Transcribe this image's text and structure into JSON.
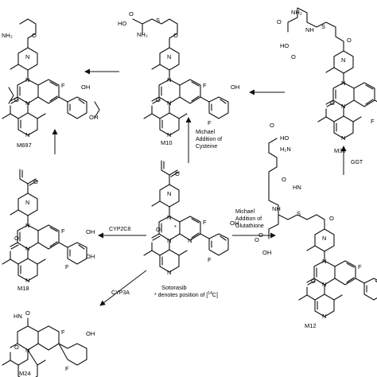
{
  "compounds": {
    "sotorasib": "Sotorasib",
    "m10": "M10",
    "m697": "M697",
    "m30": "M30",
    "m18": "M18",
    "m24": "M24",
    "m12": "M12"
  },
  "reactions": {
    "cysteine_line1": "Michael",
    "cysteine_line2": "Addition of",
    "cysteine_line3": "Cysteine",
    "glutathione_line1": "Michael",
    "glutathione_line2": "Addition of",
    "glutathione_line3": "Glutathione",
    "cyp2c8": "CYP2C8",
    "cyp3a": "CYP3A",
    "ggt": "GGT"
  },
  "note": {
    "prefix": "* denotes position of [",
    "superscript": "14",
    "suffix": "C]"
  },
  "atoms": {
    "N": "N",
    "O": "O",
    "F": "F",
    "S": "S",
    "HO": "HO",
    "OH": "OH",
    "NH2": "NH₂",
    "H2N": "H₂N",
    "HN": "HN",
    "NH": "NH",
    "star": "*"
  }
}
